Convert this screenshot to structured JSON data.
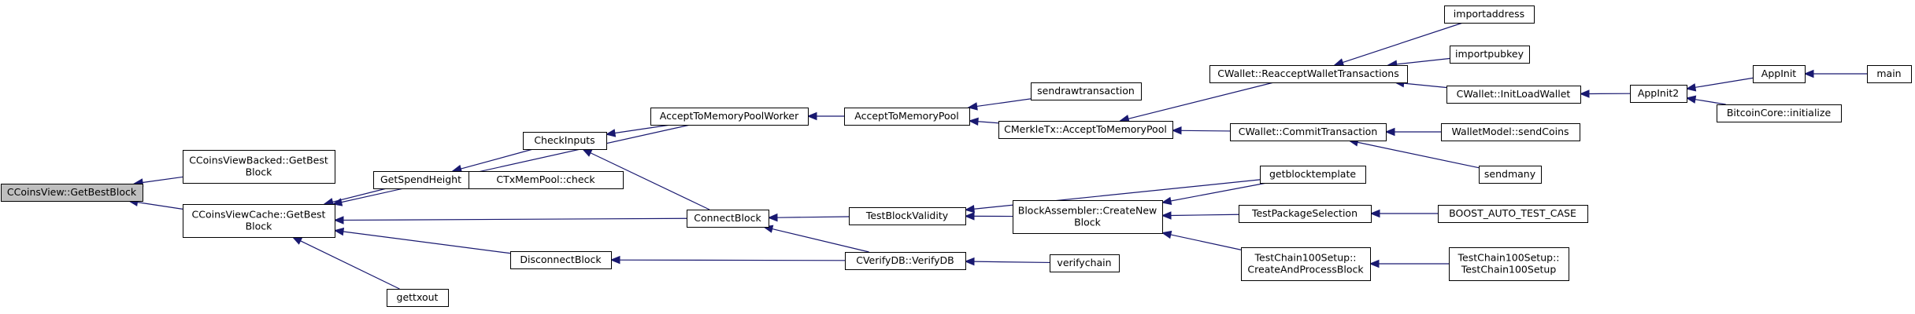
{
  "graph": {
    "nodes": [
      {
        "id": "ccoinsview_getbestblock",
        "lines": [
          "CCoinsView::GetBestBlock"
        ],
        "highlight": true
      },
      {
        "id": "ccoinsviewbacked_getbestblock",
        "lines": [
          "CCoinsViewBacked::GetBest",
          "Block"
        ]
      },
      {
        "id": "ccoinsviewcache_getbestblock",
        "lines": [
          "CCoinsViewCache::GetBest",
          "Block"
        ]
      },
      {
        "id": "getspendheight",
        "lines": [
          "GetSpendHeight"
        ]
      },
      {
        "id": "checkinputs",
        "lines": [
          "CheckInputs"
        ]
      },
      {
        "id": "ctxmempool_check",
        "lines": [
          "CTxMemPool::check"
        ]
      },
      {
        "id": "connectblock",
        "lines": [
          "ConnectBlock"
        ]
      },
      {
        "id": "disconnectblock",
        "lines": [
          "DisconnectBlock"
        ]
      },
      {
        "id": "gettxout",
        "lines": [
          "gettxout"
        ]
      },
      {
        "id": "accepttomemorypoolworker",
        "lines": [
          "AcceptToMemoryPoolWorker"
        ]
      },
      {
        "id": "accepttomemorypool",
        "lines": [
          "AcceptToMemoryPool"
        ]
      },
      {
        "id": "testblockvalidity",
        "lines": [
          "TestBlockValidity"
        ]
      },
      {
        "id": "cverifydb_verifydb",
        "lines": [
          "CVerifyDB::VerifyDB"
        ]
      },
      {
        "id": "sendrawtransaction",
        "lines": [
          "sendrawtransaction"
        ]
      },
      {
        "id": "cmerkletx_accepttomemorypool",
        "lines": [
          "CMerkleTx::AcceptToMemoryPool"
        ]
      },
      {
        "id": "blockassembler_createnewblock",
        "lines": [
          "BlockAssembler::CreateNew",
          "Block"
        ]
      },
      {
        "id": "verifychain",
        "lines": [
          "verifychain"
        ]
      },
      {
        "id": "cwallet_reacceptwallettransactions",
        "lines": [
          "CWallet::ReacceptWalletTransactions"
        ]
      },
      {
        "id": "cwallet_committransaction",
        "lines": [
          "CWallet::CommitTransaction"
        ]
      },
      {
        "id": "getblocktemplate",
        "lines": [
          "getblocktemplate"
        ]
      },
      {
        "id": "testpackageselection",
        "lines": [
          "TestPackageSelection"
        ]
      },
      {
        "id": "testchain100setup_createandprocessblock",
        "lines": [
          "TestChain100Setup::",
          "CreateAndProcessBlock"
        ]
      },
      {
        "id": "importaddress",
        "lines": [
          "importaddress"
        ]
      },
      {
        "id": "importpubkey",
        "lines": [
          "importpubkey"
        ]
      },
      {
        "id": "cwallet_initloadwallet",
        "lines": [
          "CWallet::InitLoadWallet"
        ]
      },
      {
        "id": "walletmodel_sendcoins",
        "lines": [
          "WalletModel::sendCoins"
        ]
      },
      {
        "id": "sendmany",
        "lines": [
          "sendmany"
        ]
      },
      {
        "id": "boost_auto_test_case",
        "lines": [
          "BOOST_AUTO_TEST_CASE"
        ]
      },
      {
        "id": "testchain100setup_testchain100setup",
        "lines": [
          "TestChain100Setup::",
          "TestChain100Setup"
        ]
      },
      {
        "id": "appinit2",
        "lines": [
          "AppInit2"
        ]
      },
      {
        "id": "appinit",
        "lines": [
          "AppInit"
        ]
      },
      {
        "id": "bitcoincore_initialize",
        "lines": [
          "BitcoinCore::initialize"
        ]
      },
      {
        "id": "main",
        "lines": [
          "main"
        ]
      }
    ],
    "edges": [
      {
        "from": "ccoinsviewbacked_getbestblock",
        "to": "ccoinsview_getbestblock"
      },
      {
        "from": "ccoinsviewcache_getbestblock",
        "to": "ccoinsview_getbestblock"
      },
      {
        "from": "getspendheight",
        "to": "ccoinsviewcache_getbestblock"
      },
      {
        "from": "accepttomemorypoolworker",
        "to": "ccoinsviewcache_getbestblock"
      },
      {
        "from": "connectblock",
        "to": "ccoinsviewcache_getbestblock"
      },
      {
        "from": "disconnectblock",
        "to": "ccoinsviewcache_getbestblock"
      },
      {
        "from": "gettxout",
        "to": "ccoinsviewcache_getbestblock"
      },
      {
        "from": "checkinputs",
        "to": "getspendheight"
      },
      {
        "from": "ctxmempool_check",
        "to": "getspendheight"
      },
      {
        "from": "accepttomemorypoolworker",
        "to": "checkinputs"
      },
      {
        "from": "connectblock",
        "to": "checkinputs"
      },
      {
        "from": "accepttomemorypool",
        "to": "accepttomemorypoolworker"
      },
      {
        "from": "testblockvalidity",
        "to": "connectblock"
      },
      {
        "from": "cverifydb_verifydb",
        "to": "connectblock"
      },
      {
        "from": "cverifydb_verifydb",
        "to": "disconnectblock"
      },
      {
        "from": "sendrawtransaction",
        "to": "accepttomemorypool"
      },
      {
        "from": "cmerkletx_accepttomemorypool",
        "to": "accepttomemorypool"
      },
      {
        "from": "getblocktemplate",
        "to": "testblockvalidity"
      },
      {
        "from": "blockassembler_createnewblock",
        "to": "testblockvalidity"
      },
      {
        "from": "verifychain",
        "to": "cverifydb_verifydb"
      },
      {
        "from": "cwallet_reacceptwallettransactions",
        "to": "cmerkletx_accepttomemorypool"
      },
      {
        "from": "cwallet_committransaction",
        "to": "cmerkletx_accepttomemorypool"
      },
      {
        "from": "getblocktemplate",
        "to": "blockassembler_createnewblock"
      },
      {
        "from": "testpackageselection",
        "to": "blockassembler_createnewblock"
      },
      {
        "from": "testchain100setup_createandprocessblock",
        "to": "blockassembler_createnewblock"
      },
      {
        "from": "importaddress",
        "to": "cwallet_reacceptwallettransactions"
      },
      {
        "from": "importpubkey",
        "to": "cwallet_reacceptwallettransactions"
      },
      {
        "from": "cwallet_initloadwallet",
        "to": "cwallet_reacceptwallettransactions"
      },
      {
        "from": "walletmodel_sendcoins",
        "to": "cwallet_committransaction"
      },
      {
        "from": "sendmany",
        "to": "cwallet_committransaction"
      },
      {
        "from": "boost_auto_test_case",
        "to": "testpackageselection"
      },
      {
        "from": "testchain100setup_testchain100setup",
        "to": "testchain100setup_createandprocessblock"
      },
      {
        "from": "appinit2",
        "to": "cwallet_initloadwallet"
      },
      {
        "from": "appinit",
        "to": "appinit2"
      },
      {
        "from": "bitcoincore_initialize",
        "to": "appinit2"
      },
      {
        "from": "main",
        "to": "appinit"
      }
    ]
  }
}
